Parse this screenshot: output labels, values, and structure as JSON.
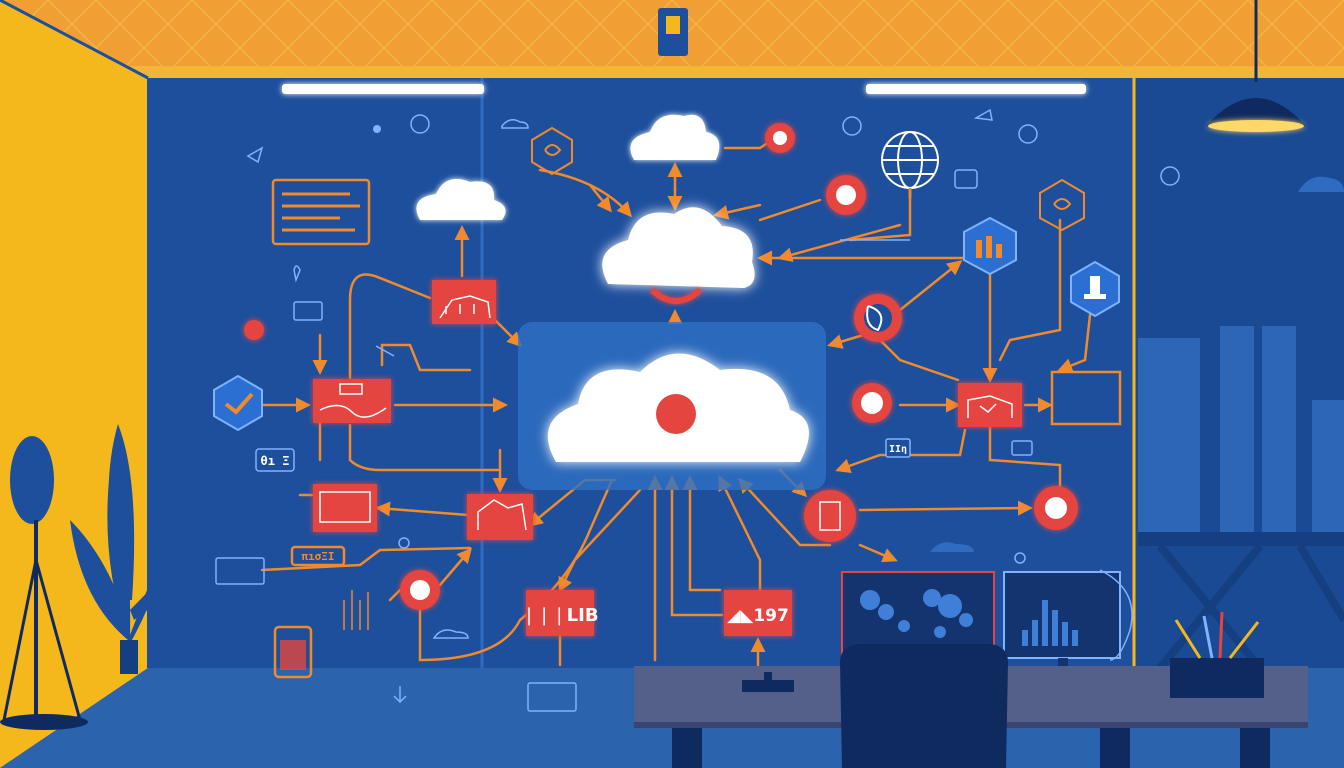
{
  "scene": {
    "description_text": "",
    "colors": {
      "wall": "#1d4f9c",
      "wall_dark": "#163f82",
      "ceiling": "#f0a033",
      "ceiling_lines": "#f7c05a",
      "side_wall": "#f5b81c",
      "floor": "#2b63ad",
      "node_red": "#e4453f",
      "line_orange": "#f08a2c",
      "cloud": "#ffffff",
      "glow": "#ff5a4f",
      "desk": "#55608a",
      "chair": "#0f2a5e"
    }
  },
  "labels": {
    "node_lib": "❘❘❘LIB",
    "node_197": "◢◣197",
    "badge_left": "θı Ξ",
    "badge_right_small": "ΙΙη",
    "sticky_label": "πıσΞΙ"
  },
  "icons": [
    "cloud-icon",
    "globe-icon",
    "checkmark-icon",
    "bar-chart-icon",
    "world-map-icon",
    "house-icon",
    "lamp-icon",
    "plant-icon",
    "chair-icon",
    "calculator-icon",
    "rose-icon",
    "desk-lamp-icon",
    "pencil-cup-icon"
  ]
}
